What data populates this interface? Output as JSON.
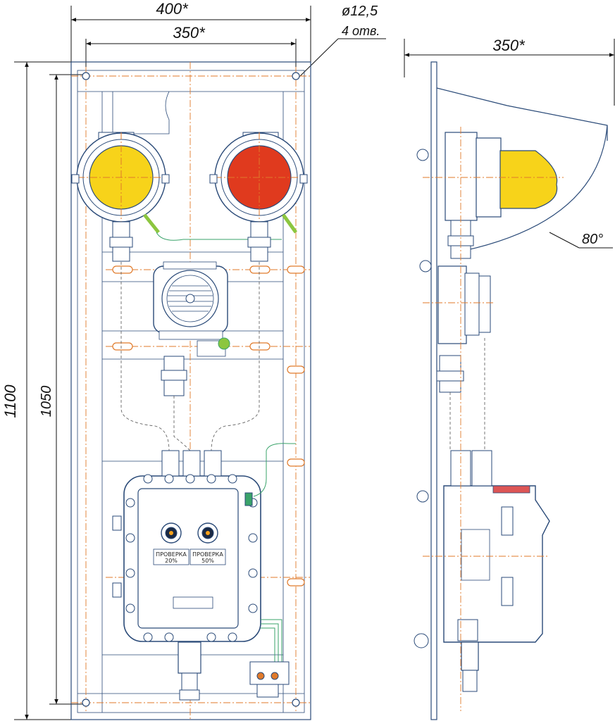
{
  "dimensions": {
    "front_outer_width": "400*",
    "front_inner_width": "350*",
    "side_width": "350*",
    "total_height": "1100",
    "mount_height": "1050",
    "hole_diameter": "ø12,5",
    "hole_count": "4 отв.",
    "angle": "80°"
  },
  "labels": {
    "test_left": "ПРОВЕРКА",
    "test_left_value": "20%",
    "test_right": "ПРОВЕРКА",
    "test_right_value": "50%"
  },
  "colors": {
    "beacon_yellow": "#f7d31a",
    "beacon_red": "#e03a1e",
    "outline": "#2a4a78",
    "centerline": "#e07a2a",
    "wire_green": "#3aa36a"
  }
}
